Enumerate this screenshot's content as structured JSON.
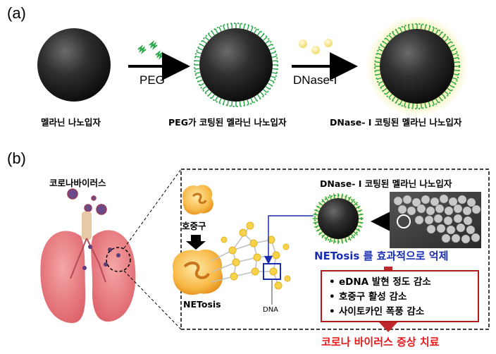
{
  "panel_a": {
    "label": "(a)",
    "particle_1_caption": "멜라닌 나노입자",
    "arrow_1_label": "PEG",
    "particle_2_caption": "PEG가 코팅된 멜라닌 나노입자",
    "arrow_2_label": "DNase-I",
    "particle_3_caption": "DNase- I  코팅된 멜라닌 나노입자"
  },
  "panel_b": {
    "label": "(b)",
    "virus_label": "코로나바이러스",
    "neutrophil_label": "호중구",
    "netosis_label": "NETosis",
    "dna_label": "DNA",
    "particle_caption": "DNase- I  코팅된 멜라닌 나노입자",
    "suppress_text": "NETosis 를 효과적으로 억제",
    "effects": [
      "eDNA 발현 정도 감소",
      "호중구 활성 감소",
      "사이토카인 폭풍 감소"
    ],
    "outcome": "코로나 바이러스 증상 치료"
  },
  "colors": {
    "particle": "#2b2b2b",
    "peg_green": "#2aa84a",
    "dnase_yellow": "#f3df7a",
    "lung_pink": "#e8787d",
    "blue_text": "#1a2fb0",
    "red_text": "#e3191b",
    "red_arrow": "#c0272d"
  }
}
